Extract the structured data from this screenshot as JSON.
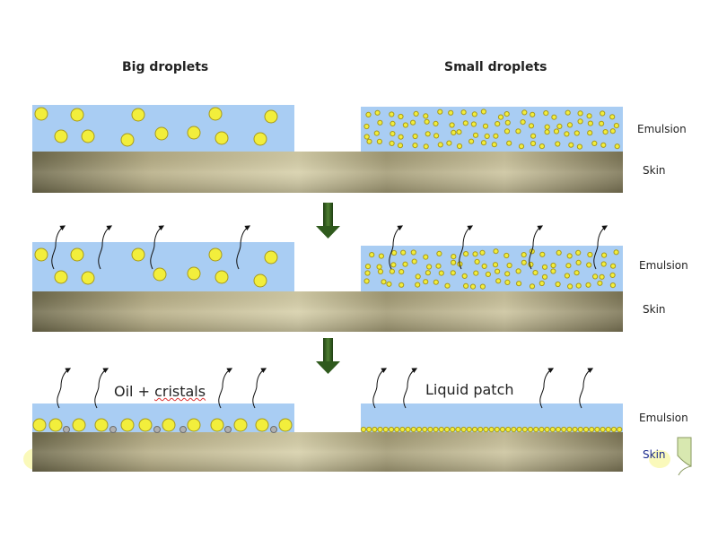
{
  "headings": {
    "left": "Big droplets",
    "right": "Small droplets"
  },
  "labels": {
    "emulsion": "Emulsion",
    "skin": "Skin"
  },
  "annotations": {
    "oil_cristals_prefix": "Oil + ",
    "oil_cristals_word": "cristals",
    "liquid_patch": "Liquid patch"
  },
  "colors": {
    "emulsion": "#a9cdf3",
    "droplet": "#f2ee3c",
    "droplet_stroke": "#a89a1a",
    "crystal": "#b0b0b0",
    "arrow_down": "#2f5a1d",
    "skin_light": "#c8c09a",
    "skin_dark": "#6f6a4c"
  },
  "icons": {
    "stage_arrow": "down-arrow-icon",
    "evaporation": "wavy-up-arrow-icon"
  }
}
